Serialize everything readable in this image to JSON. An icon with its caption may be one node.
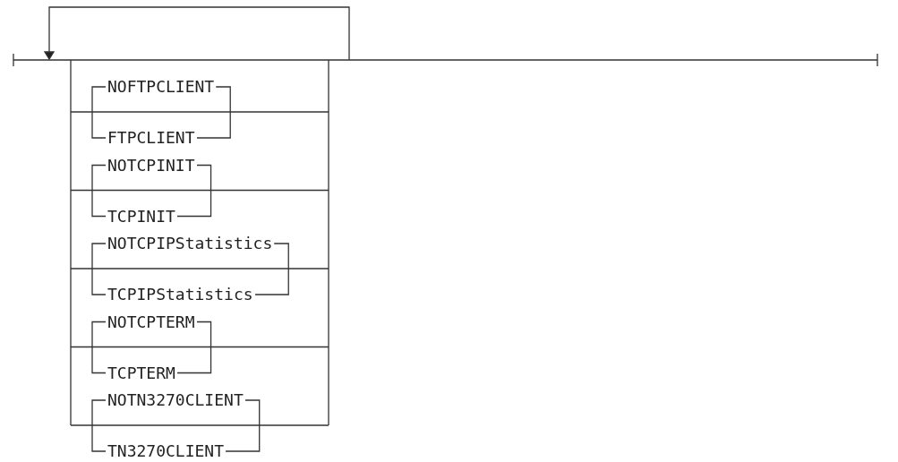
{
  "diagram": {
    "nodes": [
      {
        "text": [
          "NOFTPCLIENT"
        ]
      },
      {
        "text": [
          "FTPCLIENT"
        ]
      },
      {
        "text": [
          "NOTCPINIT"
        ]
      },
      {
        "text": [
          "TCPINIT"
        ]
      },
      {
        "text": [
          "NOTCPIPStatistics"
        ]
      },
      {
        "text": [
          "TCPIPStatistics"
        ]
      },
      {
        "text": [
          "NOTCPTERM"
        ]
      },
      {
        "text": [
          "TCPTERM"
        ]
      },
      {
        "text": [
          "NOTN3270CLIENT"
        ]
      },
      {
        "text": [
          "TN3270CLIENT"
        ]
      }
    ],
    "edges": [
      {
        "from": 0,
        "to": 1,
        "arrow": "none"
      },
      {
        "from": 0,
        "to": 1,
        "arrow": "none"
      },
      {
        "from": 2,
        "to": 3,
        "arrow": "none"
      },
      {
        "from": 2,
        "to": 3,
        "arrow": "none"
      },
      {
        "from": 4,
        "to": 5,
        "arrow": "none"
      },
      {
        "from": 4,
        "to": 5,
        "arrow": "none"
      },
      {
        "from": 6,
        "to": 7,
        "arrow": "none"
      },
      {
        "from": 6,
        "to": 7,
        "arrow": "none"
      },
      {
        "from": 8,
        "to": 9,
        "arrow": "none"
      },
      {
        "from": 8,
        "to": 9,
        "arrow": "none"
      }
    ]
  }
}
